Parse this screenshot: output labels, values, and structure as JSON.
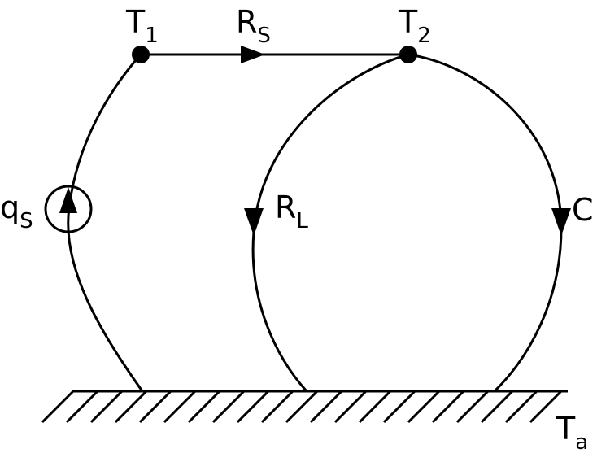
{
  "nodes": {
    "t1": {
      "main": "T",
      "sub": "1"
    },
    "t2": {
      "main": "T",
      "sub": "2"
    },
    "ta": {
      "main": "T",
      "sub": "a"
    }
  },
  "edges": {
    "rs": {
      "main": "R",
      "sub": "S"
    },
    "rl": {
      "main": "R",
      "sub": "L"
    },
    "c": {
      "main": "C"
    },
    "qs": {
      "main": "q",
      "sub": "S"
    }
  },
  "colors": {
    "stroke": "#000000",
    "background": "#ffffff"
  }
}
